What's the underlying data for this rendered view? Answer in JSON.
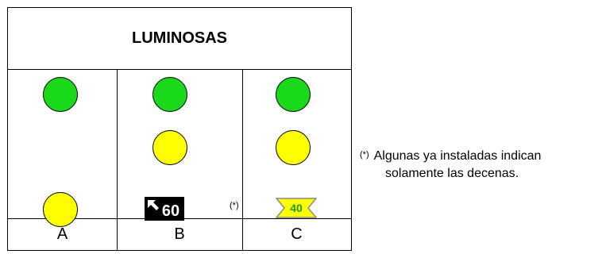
{
  "table": {
    "header": "LUMINOSAS",
    "columns": [
      {
        "label": "A",
        "lamps": [
          "green",
          "yellow"
        ]
      },
      {
        "label": "B",
        "lamps": [
          "green",
          "yellow"
        ],
        "sign_value": "60",
        "sign_icon": "diagonal-arrow-icon",
        "footnote_marker": "(*)"
      },
      {
        "label": "C",
        "lamps": [
          "green",
          "yellow"
        ],
        "sign_value": "40"
      }
    ]
  },
  "colors": {
    "green": "#1ad91a",
    "yellow": "#ffff00",
    "sign_black": "#000000",
    "sign_yellow": "#ffff00"
  },
  "note": {
    "marker": "(*)",
    "line1": "Algunas ya instaladas indican",
    "line2": "solamente las decenas."
  }
}
